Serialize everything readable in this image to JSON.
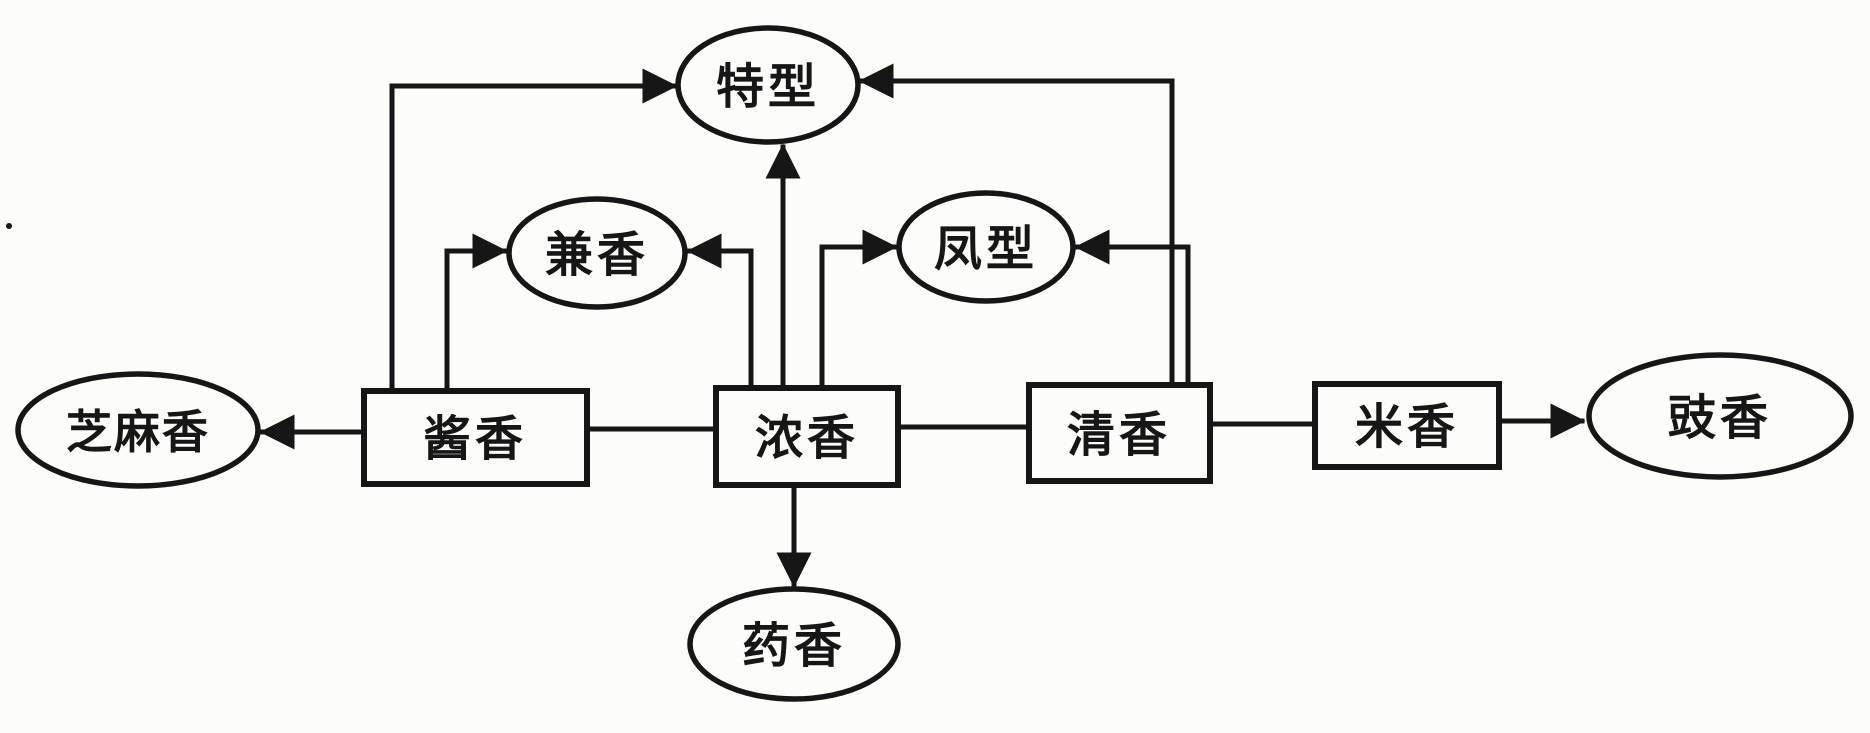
{
  "diagram": {
    "type": "flowchart",
    "language": "zh",
    "colors": {
      "ink": "#161616",
      "paper": "#fcfcf9"
    },
    "nodes": {
      "texing": {
        "label": "特型",
        "shape": "ellipse"
      },
      "jianxiang2": {
        "label": "兼香",
        "shape": "ellipse"
      },
      "fengxing": {
        "label": "凤型",
        "shape": "ellipse"
      },
      "zhimaxiang": {
        "label": "芝麻香",
        "shape": "ellipse"
      },
      "jiangxiang": {
        "label": "酱香",
        "shape": "rect"
      },
      "nongxiang": {
        "label": "浓香",
        "shape": "rect"
      },
      "qingxiang": {
        "label": "清香",
        "shape": "rect"
      },
      "mixiang": {
        "label": "米香",
        "shape": "rect"
      },
      "chixiang": {
        "label": "豉香",
        "shape": "ellipse"
      },
      "yaoxiang": {
        "label": "药香",
        "shape": "ellipse"
      }
    },
    "edges": [
      {
        "from": "酱香",
        "to": "特型",
        "arrow": true
      },
      {
        "from": "清香",
        "to": "特型",
        "arrow": true
      },
      {
        "from": "浓香",
        "to": "特型",
        "arrow": true
      },
      {
        "from": "酱香",
        "to": "兼香",
        "arrow": true
      },
      {
        "from": "浓香",
        "to": "兼香",
        "arrow": true
      },
      {
        "from": "浓香",
        "to": "凤型",
        "arrow": true
      },
      {
        "from": "清香",
        "to": "凤型",
        "arrow": true
      },
      {
        "from": "酱香",
        "to": "芝麻香",
        "arrow": true
      },
      {
        "from": "米香",
        "to": "豉香",
        "arrow": true
      },
      {
        "from": "浓香",
        "to": "药香",
        "arrow": true
      },
      {
        "from": "酱香",
        "to": "浓香",
        "arrow": false
      },
      {
        "from": "浓香",
        "to": "清香",
        "arrow": false
      },
      {
        "from": "清香",
        "to": "米香",
        "arrow": false
      }
    ]
  }
}
